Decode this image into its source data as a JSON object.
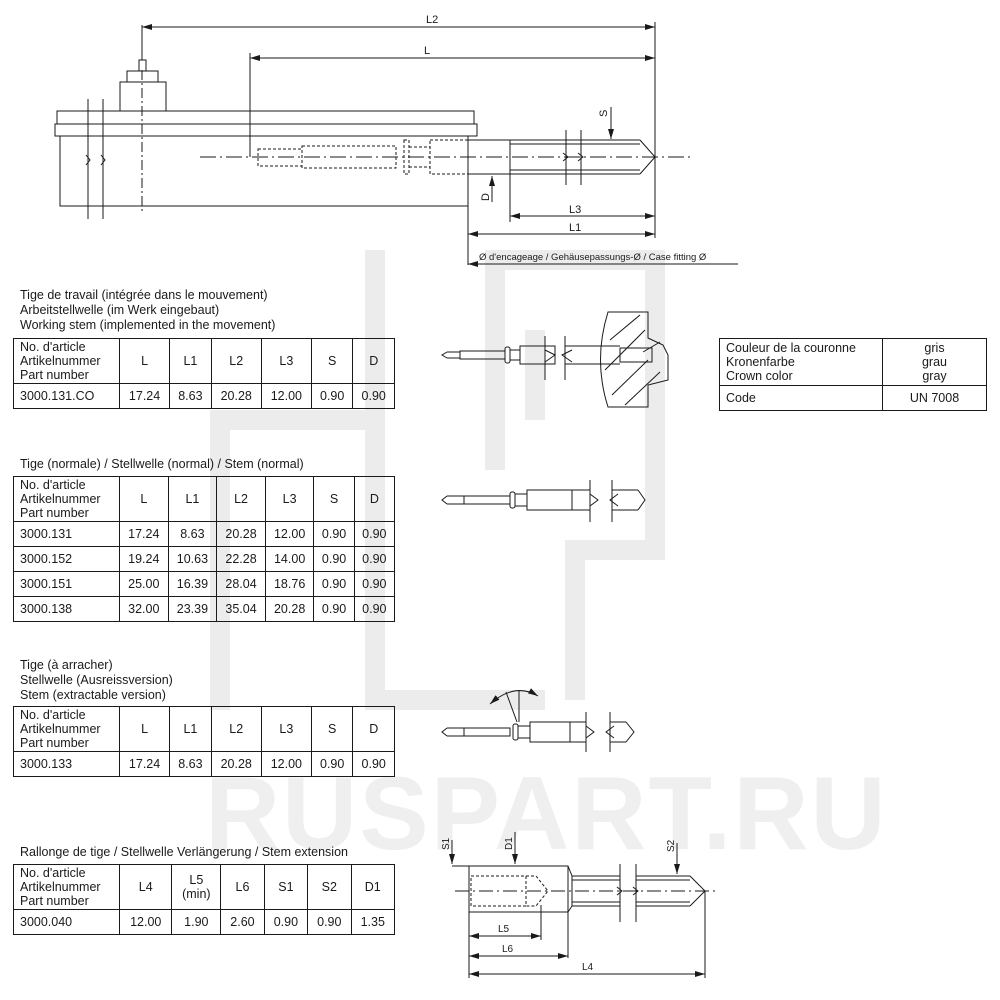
{
  "watermark": "RUSPART.RU",
  "top_drawing": {
    "labels": {
      "L2": "L2",
      "L": "L",
      "S": "S",
      "D": "D",
      "L3": "L3",
      "L1": "L1",
      "case_fitting": "Ø d'encageage / Gehäusepassungs-Ø / Case fitting Ø"
    }
  },
  "working_stem": {
    "title_lines": [
      "Tige de travail (intégrée dans le mouvement)",
      "Arbeitstellwelle (im Werk eingebaut)",
      "Working stem (implemented in the movement)"
    ],
    "headers": [
      "No. d'article\nArtikelnummer\nPart number",
      "L",
      "L1",
      "L2",
      "L3",
      "S",
      "D"
    ],
    "header_part_lines": [
      "No. d'article",
      "Artikelnummer",
      "Part number"
    ],
    "rows": [
      [
        "3000.131.CO",
        "17.24",
        "8.63",
        "20.28",
        "12.00",
        "0.90",
        "0.90"
      ]
    ]
  },
  "crown_table": {
    "label_lines": [
      "Couleur de la couronne",
      "Kronenfarbe",
      "Crown color"
    ],
    "value_lines": [
      "gris",
      "grau",
      "gray"
    ],
    "code_label": "Code",
    "code_value": "UN 7008"
  },
  "normal_stem": {
    "title": "Tige (normale) / Stellwelle (normal) / Stem (normal)",
    "header_part_lines": [
      "No. d'article",
      "Artikelnummer",
      "Part number"
    ],
    "headers": [
      "L",
      "L1",
      "L2",
      "L3",
      "S",
      "D"
    ],
    "rows": [
      [
        "3000.131",
        "17.24",
        "8.63",
        "20.28",
        "12.00",
        "0.90",
        "0.90"
      ],
      [
        "3000.152",
        "19.24",
        "10.63",
        "22.28",
        "14.00",
        "0.90",
        "0.90"
      ],
      [
        "3000.151",
        "25.00",
        "16.39",
        "28.04",
        "18.76",
        "0.90",
        "0.90"
      ],
      [
        "3000.138",
        "32.00",
        "23.39",
        "35.04",
        "20.28",
        "0.90",
        "0.90"
      ]
    ]
  },
  "extractable_stem": {
    "title_lines": [
      "Tige (à arracher)",
      "Stellwelle (Ausreissversion)",
      "Stem (extractable version)"
    ],
    "header_part_lines": [
      "No. d'article",
      "Artikelnummer",
      "Part number"
    ],
    "headers": [
      "L",
      "L1",
      "L2",
      "L3",
      "S",
      "D"
    ],
    "rows": [
      [
        "3000.133",
        "17.24",
        "8.63",
        "20.28",
        "12.00",
        "0.90",
        "0.90"
      ]
    ]
  },
  "stem_extension": {
    "title": "Rallonge de tige / Stellwelle Verlängerung / Stem extension",
    "header_part_lines": [
      "No. d'article",
      "Artikelnummer",
      "Part number"
    ],
    "headers": [
      "L4",
      "L5\n(min)",
      "L6",
      "S1",
      "S2",
      "D1"
    ],
    "header_L5_lines": [
      "L5",
      "(min)"
    ],
    "rows": [
      [
        "3000.040",
        "12.00",
        "1.90",
        "2.60",
        "0.90",
        "0.90",
        "1.35"
      ]
    ],
    "drawing_labels": {
      "S1": "S1",
      "D1": "D1",
      "S2": "S2",
      "L5": "L5",
      "L6": "L6",
      "L4": "L4"
    }
  }
}
